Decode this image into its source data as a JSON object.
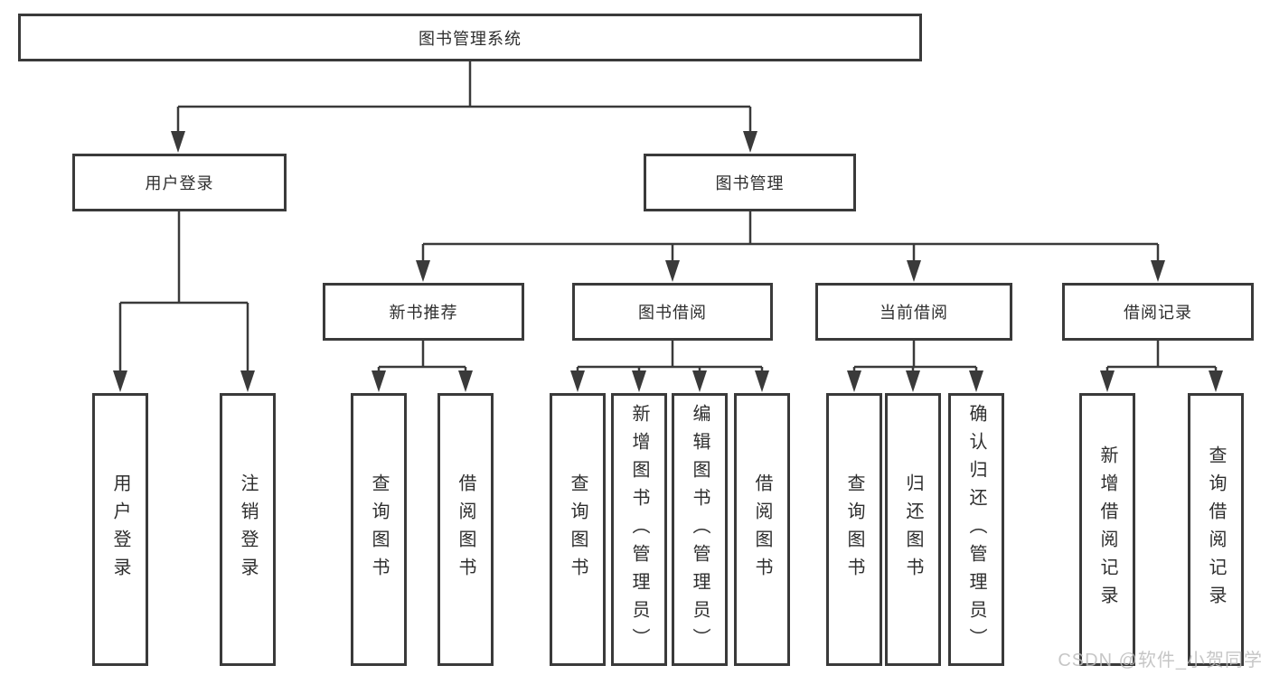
{
  "tree": {
    "root": {
      "label": "图书管理系统"
    },
    "level2": [
      {
        "label": "用户登录",
        "parent": "图书管理系统"
      },
      {
        "label": "图书管理",
        "parent": "图书管理系统"
      }
    ],
    "level3": [
      {
        "label": "新书推荐",
        "parent": "图书管理"
      },
      {
        "label": "图书借阅",
        "parent": "图书管理"
      },
      {
        "label": "当前借阅",
        "parent": "图书管理"
      },
      {
        "label": "借阅记录",
        "parent": "图书管理"
      }
    ],
    "leaves": [
      {
        "label": "用户登录",
        "parent": "用户登录"
      },
      {
        "label": "注销登录",
        "parent": "用户登录"
      },
      {
        "label": "查询图书",
        "parent": "新书推荐"
      },
      {
        "label": "借阅图书",
        "parent": "新书推荐"
      },
      {
        "label": "查询图书",
        "parent": "图书借阅"
      },
      {
        "label": "新增图书（管理员）",
        "parent": "图书借阅"
      },
      {
        "label": "编辑图书（管理员）",
        "parent": "图书借阅"
      },
      {
        "label": "借阅图书",
        "parent": "图书借阅"
      },
      {
        "label": "查询图书",
        "parent": "当前借阅"
      },
      {
        "label": "归还图书",
        "parent": "当前借阅"
      },
      {
        "label": "确认归还（管理员）",
        "parent": "当前借阅"
      },
      {
        "label": "新增借阅记录",
        "parent": "借阅记录"
      },
      {
        "label": "查询借阅记录",
        "parent": "借阅记录"
      }
    ]
  },
  "watermark": {
    "text": "CSDN @软件_小贺同学"
  },
  "colors": {
    "line": "#3a3a3a",
    "box_border": "#3a3a3a",
    "text": "#2e2e2e",
    "background": "#ffffff",
    "watermark": "#bdbdbd"
  }
}
